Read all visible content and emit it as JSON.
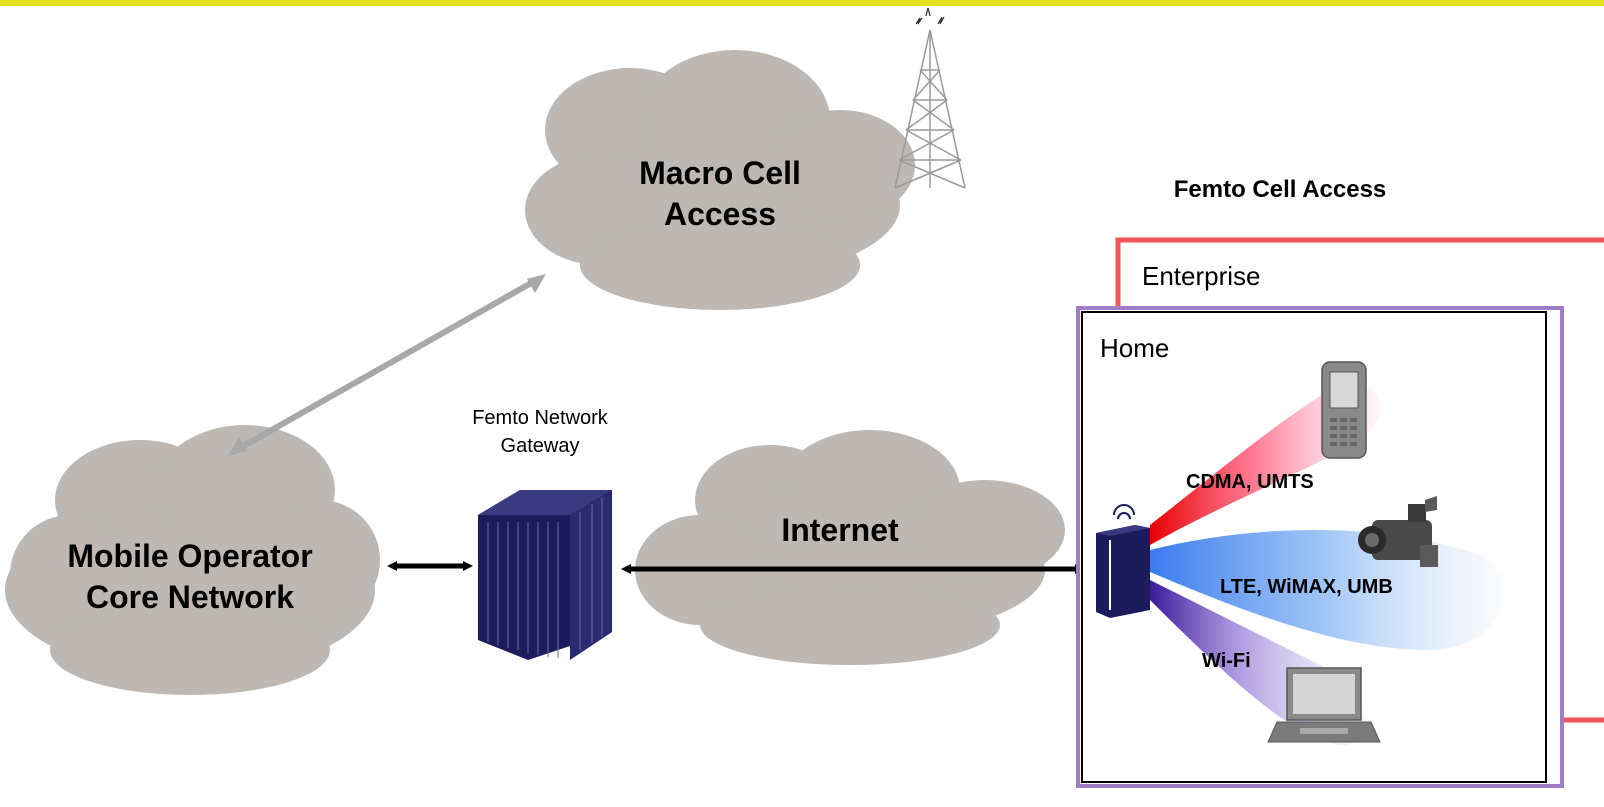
{
  "clouds": {
    "macro": {
      "label_line1": "Macro Cell",
      "label_line2": "Access"
    },
    "core": {
      "label_line1": "Mobile Operator",
      "label_line2": "Core Network"
    },
    "internet": {
      "label": "Internet"
    }
  },
  "gateway": {
    "label_line1": "Femto Network",
    "label_line2": "Gateway"
  },
  "femto": {
    "title": "Femto Cell Access",
    "enterprise_label": "Enterprise",
    "home_label": "Home",
    "beams": [
      "CDMA, UMTS",
      "LTE, WiMAX, UMB",
      "Wi-Fi"
    ]
  },
  "colors": {
    "cloud": "#bdb8b3",
    "enterprise_border": "#f0555a",
    "home_border": "#a07cc4",
    "device_navy": "#1c1c5c",
    "top_rule": "#e6e11d"
  }
}
